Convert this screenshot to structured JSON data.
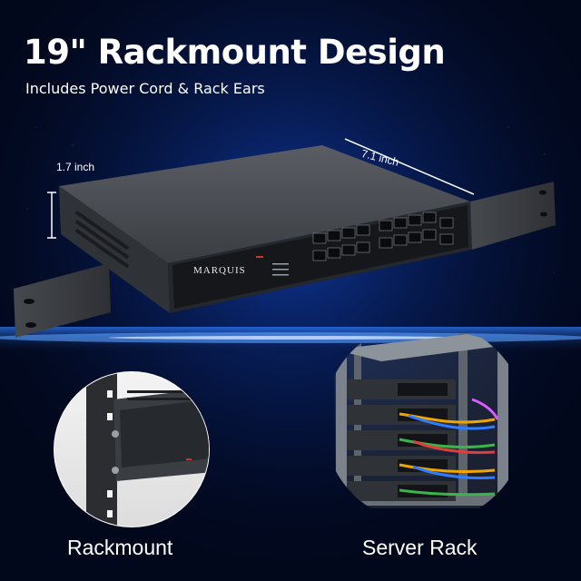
{
  "header": {
    "title": "19\" Rackmount Design",
    "subtitle": "Includes Power Cord & Rack Ears"
  },
  "dimensions": {
    "height": "1.7 inch",
    "depth": "7.1 inch"
  },
  "brand": {
    "name": "MARQUIS"
  },
  "captions": {
    "rackmount": "Rackmount",
    "server_rack": "Server Rack"
  },
  "colors": {
    "background": "#02081c",
    "glow": "#1a6dff",
    "chassis": "#3a3d42",
    "text": "#ffffff"
  }
}
